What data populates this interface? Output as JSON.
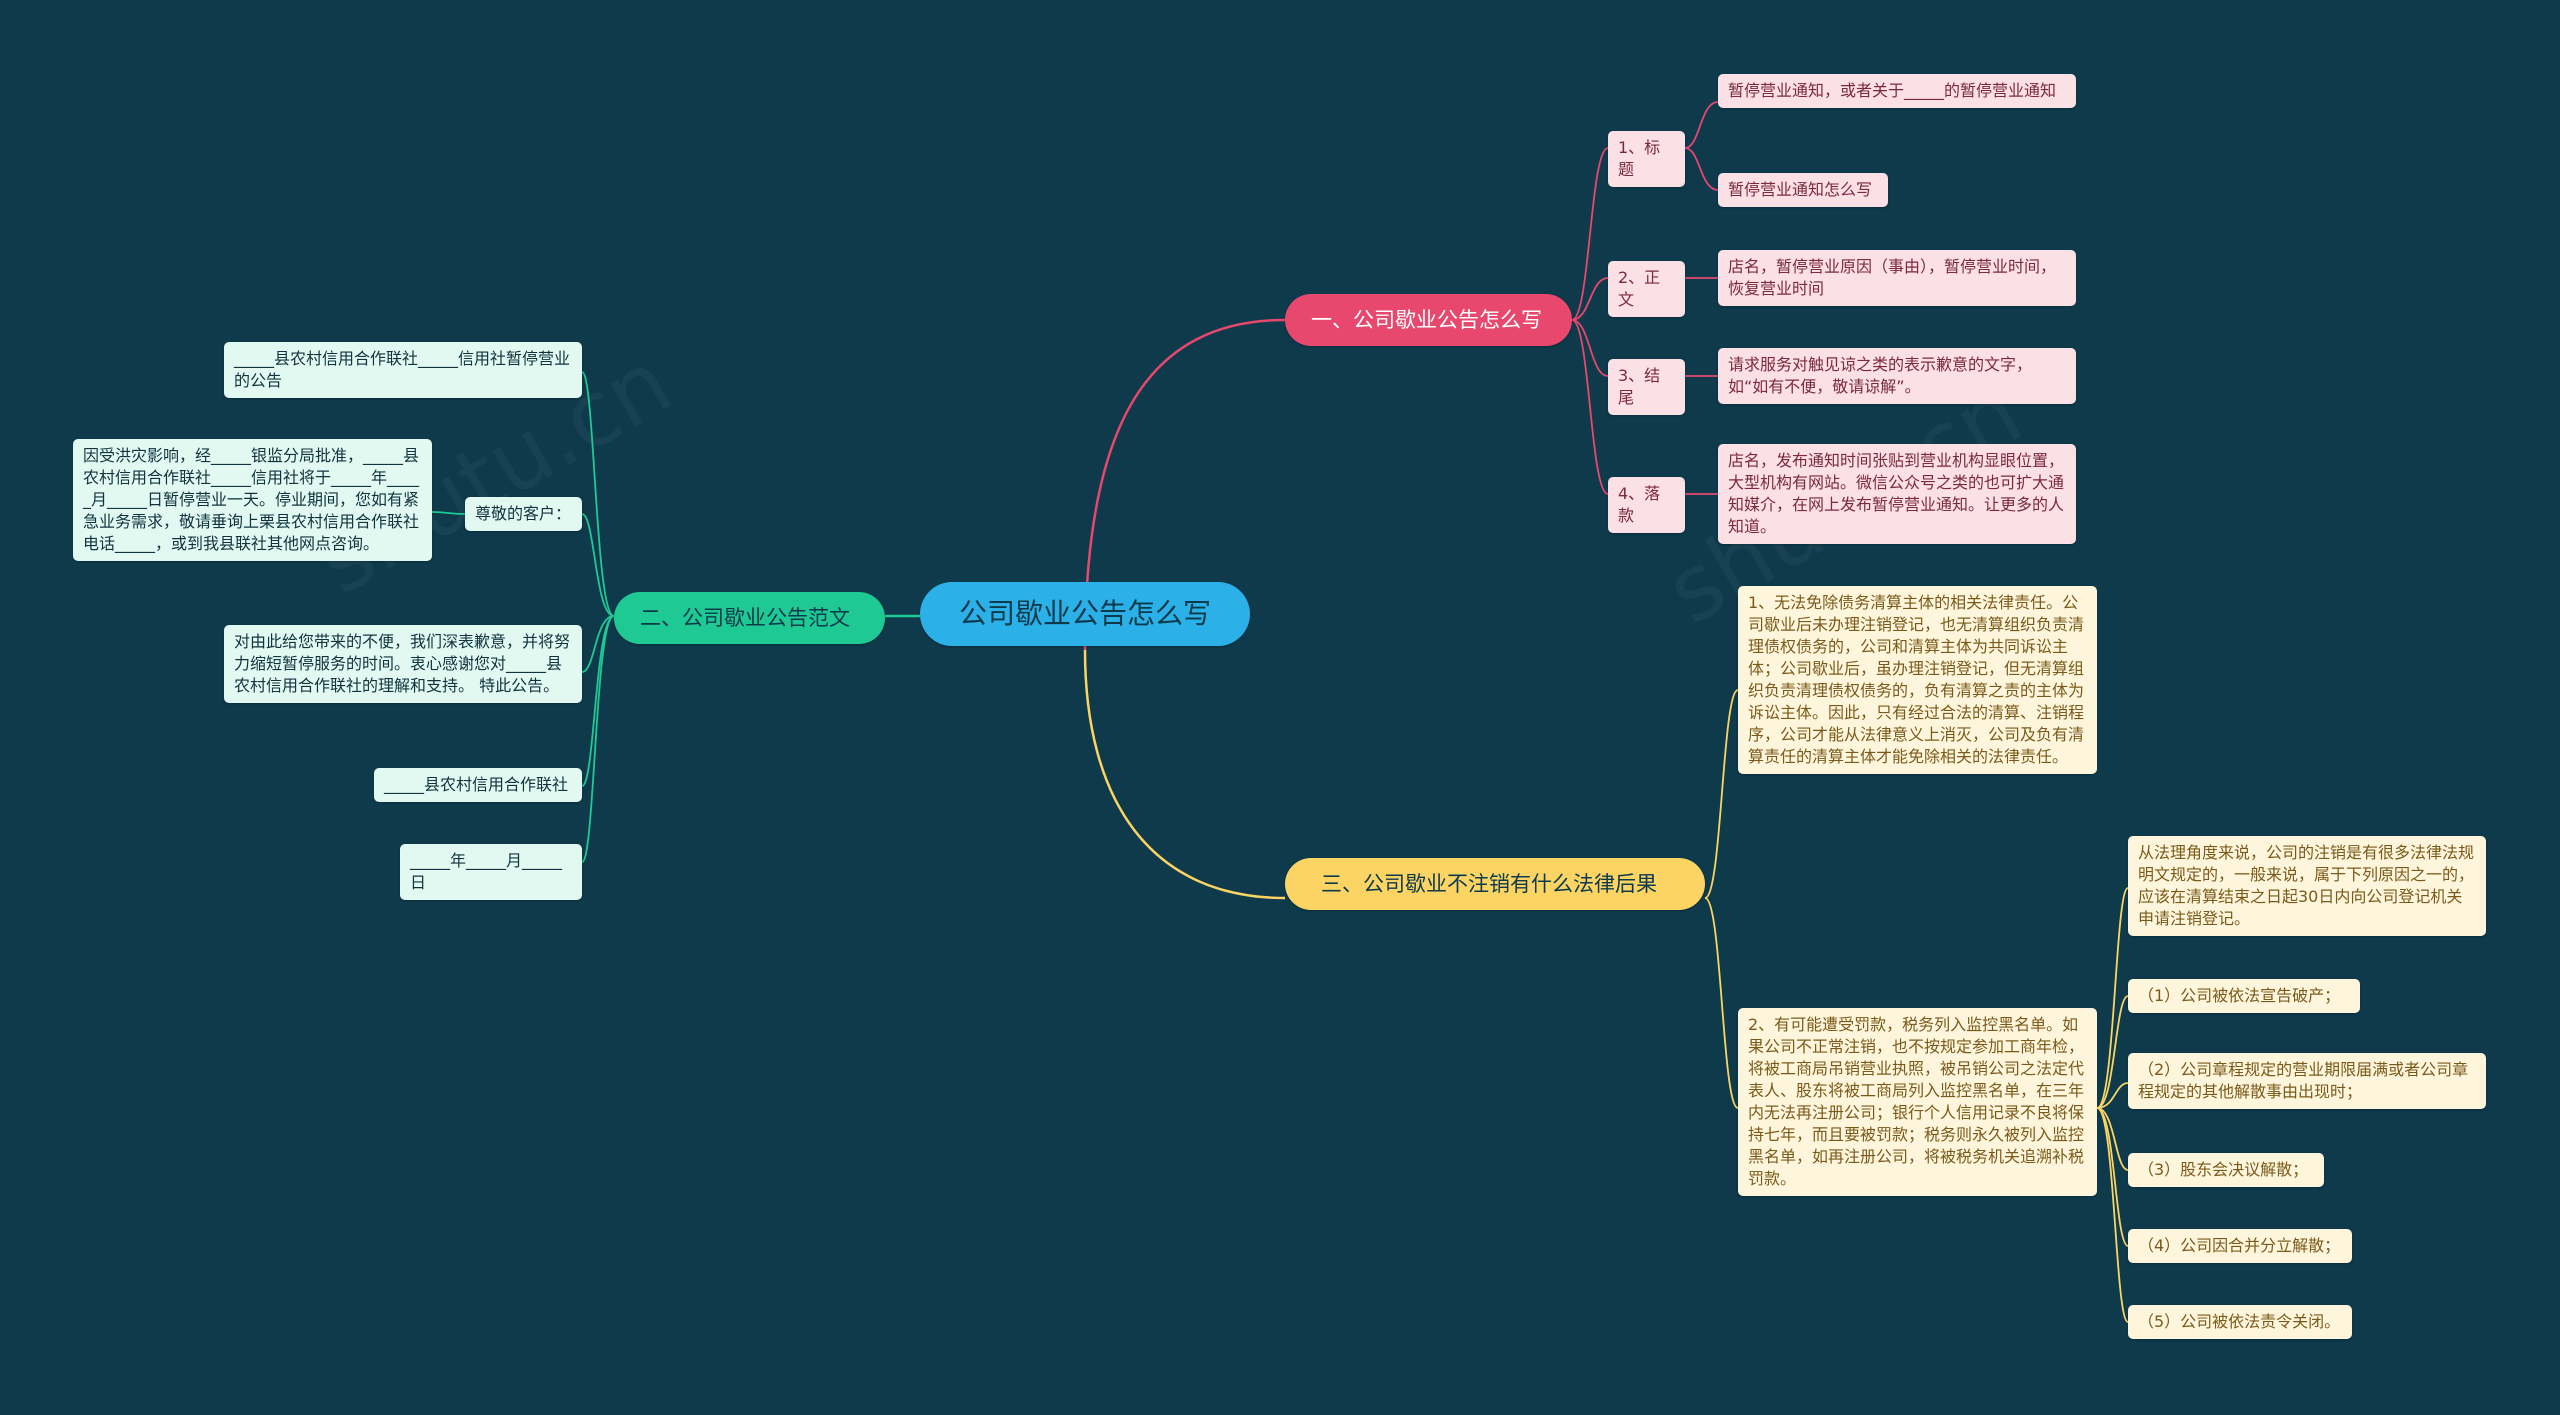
{
  "root": {
    "label": "公司歇业公告怎么写"
  },
  "branch1": {
    "label": "一、公司歇业公告怎么写",
    "items": [
      {
        "label": "1、标题",
        "children": [
          "暂停营业通知，或者关于_____的暂停营业通知",
          "暂停营业通知怎么写"
        ]
      },
      {
        "label": "2、正文",
        "children": [
          "店名，暂停营业原因（事由），暂停营业时间，恢复营业时间"
        ]
      },
      {
        "label": "3、结尾",
        "children": [
          "请求服务对触见谅之类的表示歉意的文字，如“如有不便，敬请谅解”。"
        ]
      },
      {
        "label": "4、落款",
        "children": [
          "店名，发布通知时间张贴到营业机构显眼位置，大型机构有网站。微信公众号之类的也可扩大通知媒介，在网上发布暂停营业通知。让更多的人知道。"
        ]
      }
    ]
  },
  "branch2": {
    "label": "二、公司歇业公告范文",
    "items": [
      {
        "label": "_____县农村信用合作联社_____信用社暂停营业的公告"
      },
      {
        "label": "尊敬的客户：",
        "children": [
          "因受洪灾影响，经_____银监分局批准，_____县农村信用合作联社_____信用社将于_____年_____月_____日暂停营业一天。停业期间，您如有紧急业务需求，敬请垂询上栗县农村信用合作联社电话_____，或到我县联社其他网点咨询。"
        ]
      },
      {
        "label": "对由此给您带来的不便，我们深表歉意，并将努力缩短暂停服务的时间。衷心感谢您对_____县农村信用合作联社的理解和支持。 特此公告。"
      },
      {
        "label": "_____县农村信用合作联社"
      },
      {
        "label": "_____年_____月_____日"
      }
    ]
  },
  "branch3": {
    "label": "三、公司歇业不注销有什么法律后果",
    "items": [
      {
        "label": "1、无法免除债务清算主体的相关法律责任。公司歇业后未办理注销登记，也无清算组织负责清理债权债务的，公司和清算主体为共同诉讼主体；公司歇业后，虽办理注销登记，但无清算组织负责清理债权债务的，负有清算之责的主体为诉讼主体。因此，只有经过合法的清算、注销程序，公司才能从法律意义上消灭，公司及负有清算责任的清算主体才能免除相关的法律责任。"
      },
      {
        "label": "2、有可能遭受罚款，税务列入监控黑名单。如果公司不正常注销，也不按规定参加工商年检，将被工商局吊销营业执照，被吊销公司之法定代表人、股东将被工商局列入监控黑名单，在三年内无法再注册公司；银行个人信用记录不良将保持七年，而且要被罚款；税务则永久被列入监控黑名单，如再注册公司，将被税务机关追溯补税罚款。",
        "children": [
          "从法理角度来说，公司的注销是有很多法律法规明文规定的，一般来说，属于下列原因之一的，应该在清算结束之日起30日内向公司登记机关申请注销登记。",
          "（1）公司被依法宣告破产；",
          "（2）公司章程规定的营业期限届满或者公司章程规定的其他解散事由出现时；",
          "（3）股东会决议解散；",
          "（4）公司因合并分立解散；",
          "（5）公司被依法责令关闭。"
        ]
      }
    ]
  },
  "colors": {
    "background": "#0e3a4c",
    "root": "#2bb0e8",
    "branch1": "#e8476e",
    "branch2": "#1fc994",
    "branch3": "#fbd463"
  }
}
